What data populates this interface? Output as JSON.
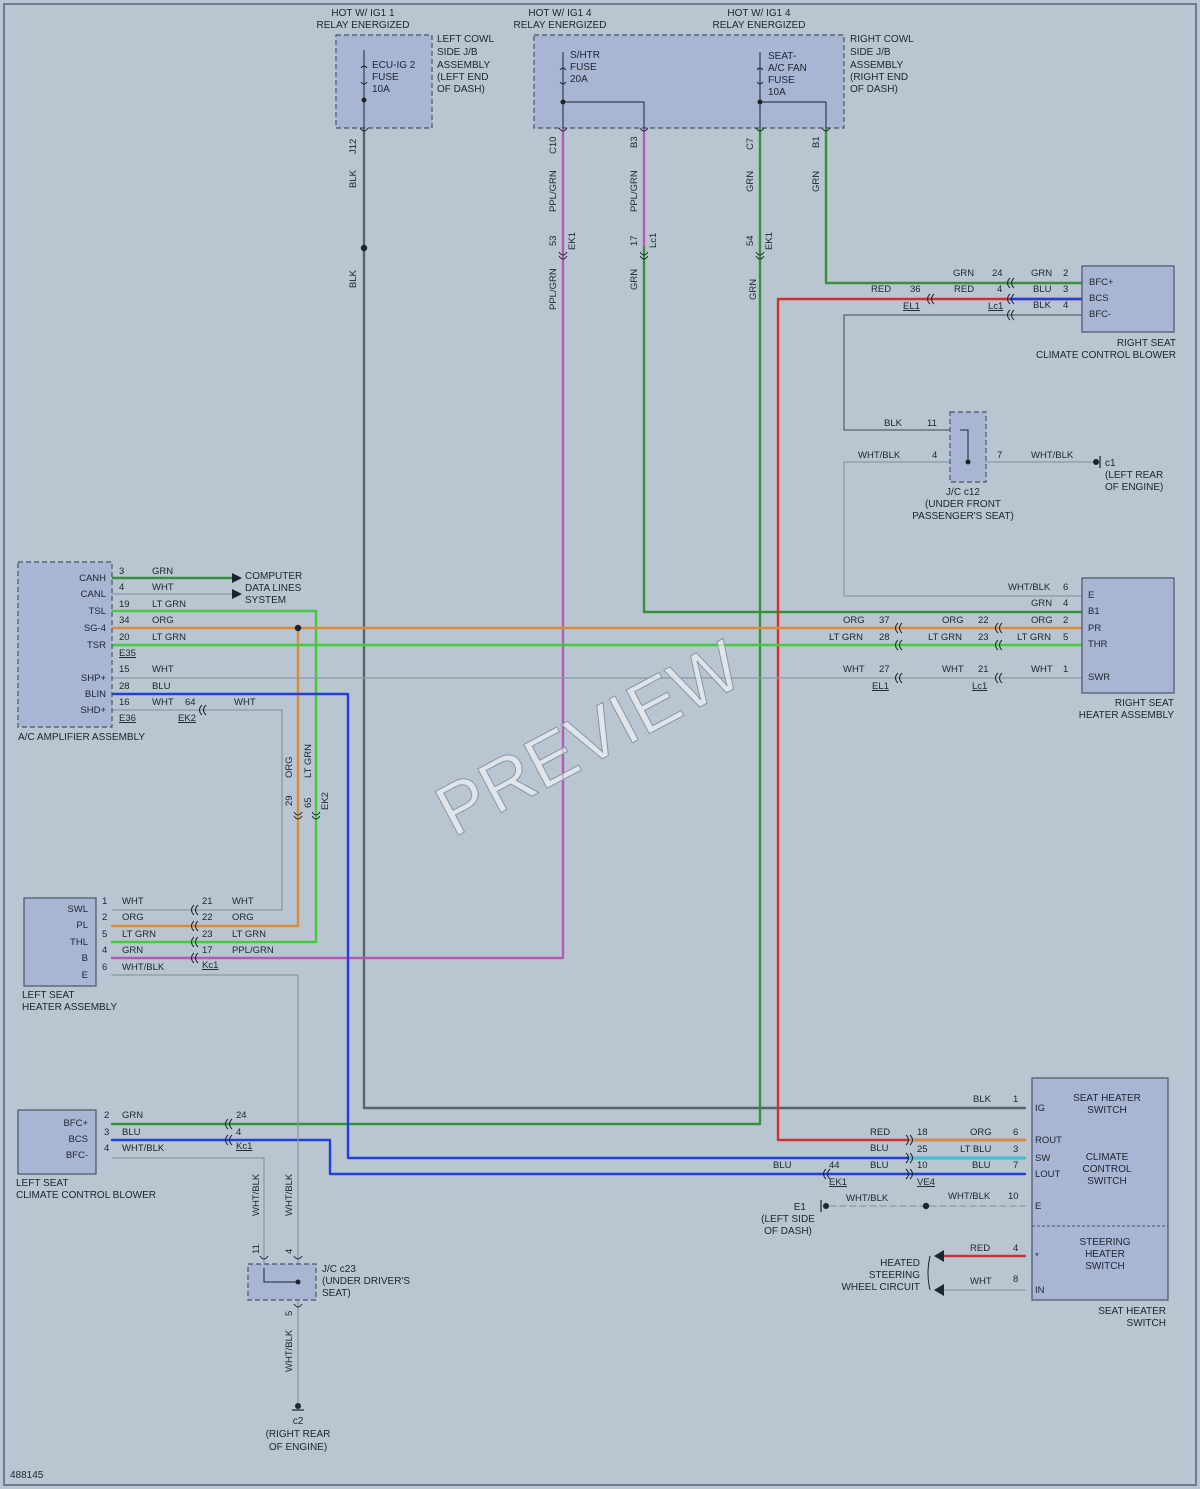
{
  "diagram_id": "488145",
  "watermark": "PREVIEW",
  "colors": {
    "background": "#b9c6d2",
    "component_fill": "#a9b6d3",
    "GRN": "#3a8f3a",
    "LT_GRN": "#46c83f",
    "PPL_GRN": "#b659b6",
    "RED": "#d0312f",
    "BLU": "#2240d6",
    "ORG": "#de8a3c",
    "WHT": "#8c98a6",
    "BLK": "#58626e",
    "LT_BLU": "#38c6d6",
    "WHT_BLK": "#8c98a6"
  },
  "texts": {
    "hot_ig1_1": "HOT W/ IG1 1",
    "relay_energized": "RELAY ENERGIZED",
    "hot_ig1_4": "HOT W/ IG1 4",
    "ecu_ig2_fuse": [
      "ECU-IG 2",
      "FUSE",
      "10A"
    ],
    "left_cowl_jb": [
      "LEFT COWL",
      "SIDE J/B",
      "ASSEMBLY",
      "(LEFT END",
      "OF DASH)"
    ],
    "shtr_fuse": [
      "S/HTR",
      "FUSE",
      "20A"
    ],
    "seat_ac_fan_fuse": [
      "SEAT-",
      "A/C FAN",
      "FUSE",
      "10A"
    ],
    "right_cowl_jb": [
      "RIGHT COWL",
      "SIDE J/B",
      "ASSEMBLY",
      "(RIGHT END",
      "OF DASH)"
    ],
    "right_seat_blower": [
      "RIGHT SEAT",
      "CLIMATE CONTROL BLOWER"
    ],
    "jc_c12": [
      "J/C c12",
      "(UNDER FRONT",
      "PASSENGER'S SEAT)"
    ],
    "ground_c1": [
      "c1",
      "(LEFT REAR",
      "OF ENGINE)"
    ],
    "computer_data_lines": [
      "COMPUTER",
      "DATA LINES",
      "SYSTEM"
    ],
    "ac_amplifier": "A/C AMPLIFIER ASSEMBLY",
    "right_seat_heater": [
      "RIGHT SEAT",
      "HEATER ASSEMBLY"
    ],
    "left_seat_heater": [
      "LEFT SEAT",
      "HEATER ASSEMBLY"
    ],
    "left_seat_blower": [
      "LEFT SEAT",
      "CLIMATE CONTROL BLOWER"
    ],
    "jc_c23": [
      "J/C c23",
      "(UNDER DRIVER'S",
      "SEAT)"
    ],
    "ground_c2": [
      "c2",
      "(RIGHT REAR",
      "OF ENGINE)"
    ],
    "ground_e1": [
      "E1",
      "(LEFT SIDE",
      "OF DASH)"
    ],
    "seat_heater_switch_sub": [
      "SEAT HEATER",
      "SWITCH"
    ],
    "climate_control_switch": [
      "CLIMATE",
      "CONTROL",
      "SWITCH"
    ],
    "steering_heater_switch": [
      "STEERING",
      "HEATER",
      "SWITCH"
    ],
    "heated_steering": [
      "HEATED",
      "STEERING",
      "WHEEL CIRCUIT"
    ],
    "seat_heater_switch": [
      "SEAT HEATER",
      "SWITCH"
    ]
  },
  "terminals": {
    "rs_blower": [
      "BFC+",
      "BCS",
      "BFC-"
    ],
    "ac_amp": [
      "CANH",
      "CANL",
      "TSL",
      "SG-4",
      "TSR",
      "SHP+",
      "BLIN",
      "SHD+"
    ],
    "rs_heater": [
      "E",
      "B1",
      "PR",
      "THR",
      "SWR"
    ],
    "ls_heater": [
      "SWL",
      "PL",
      "THL",
      "B",
      "E"
    ],
    "ls_blower": [
      "BFC+",
      "BCS",
      "BFC-"
    ],
    "sh_switch": [
      "IG",
      "ROUT",
      "SW",
      "LOUT",
      "E",
      "*",
      "IN"
    ]
  },
  "labels": [
    {
      "id": "t-j12",
      "t": "J12"
    },
    {
      "id": "t-blk-a",
      "t": "BLK"
    },
    {
      "id": "t-blk-b",
      "t": "BLK"
    },
    {
      "id": "t-c10",
      "t": "C10"
    },
    {
      "id": "t-ppl-a",
      "t": "PPL/GRN"
    },
    {
      "id": "t-53",
      "t": "53"
    },
    {
      "id": "t-ek1a",
      "t": "EK1"
    },
    {
      "id": "t-ppl-b",
      "t": "PPL/GRN"
    },
    {
      "id": "t-b3",
      "t": "B3"
    },
    {
      "id": "t-ppl-c",
      "t": "PPL/GRN"
    },
    {
      "id": "t-17v",
      "t": "17"
    },
    {
      "id": "t-lc1v",
      "t": "Lc1"
    },
    {
      "id": "t-grn-v1",
      "t": "GRN"
    },
    {
      "id": "t-c7",
      "t": "C7"
    },
    {
      "id": "t-grn-v2",
      "t": "GRN"
    },
    {
      "id": "t-54",
      "t": "54"
    },
    {
      "id": "t-ek1b",
      "t": "EK1"
    },
    {
      "id": "t-grn-v3",
      "t": "GRN"
    },
    {
      "id": "t-b1",
      "t": "B1"
    },
    {
      "id": "t-grn-v4",
      "t": "GRN"
    },
    {
      "id": "t-grn1",
      "t": "GRN"
    },
    {
      "id": "t-24r",
      "t": "24"
    },
    {
      "id": "t-grn2",
      "t": "GRN"
    },
    {
      "id": "t-2r",
      "t": "2"
    },
    {
      "id": "t-red1",
      "t": "RED"
    },
    {
      "id": "t-36",
      "t": "36"
    },
    {
      "id": "t-red2",
      "t": "RED"
    },
    {
      "id": "t-4r",
      "t": "4"
    },
    {
      "id": "t-blu1",
      "t": "BLU"
    },
    {
      "id": "t-3r",
      "t": "3"
    },
    {
      "id": "t-el1a",
      "t": "EL1"
    },
    {
      "id": "t-lc1a",
      "t": "Lc1"
    },
    {
      "id": "t-blk1",
      "t": "BLK"
    },
    {
      "id": "t-4rb",
      "t": "4"
    },
    {
      "id": "t-blk2",
      "t": "BLK"
    },
    {
      "id": "t-11j",
      "t": "11"
    },
    {
      "id": "t-whtblk1",
      "t": "WHT/BLK"
    },
    {
      "id": "t-4j",
      "t": "4"
    },
    {
      "id": "t-7j",
      "t": "7"
    },
    {
      "id": "t-whtblk2",
      "t": "WHT/BLK"
    },
    {
      "id": "t-3a",
      "t": "3"
    },
    {
      "id": "t-grn-a",
      "t": "GRN"
    },
    {
      "id": "t-4a",
      "t": "4"
    },
    {
      "id": "t-wht-a",
      "t": "WHT"
    },
    {
      "id": "t-19",
      "t": "19"
    },
    {
      "id": "t-ltgrn-a",
      "t": "LT GRN"
    },
    {
      "id": "t-34",
      "t": "34"
    },
    {
      "id": "t-org-a",
      "t": "ORG"
    },
    {
      "id": "t-20",
      "t": "20"
    },
    {
      "id": "t-ltgrn-b",
      "t": "LT GRN"
    },
    {
      "id": "t-e35",
      "t": "E35"
    },
    {
      "id": "t-15",
      "t": "15"
    },
    {
      "id": "t-wht-b",
      "t": "WHT"
    },
    {
      "id": "t-28a",
      "t": "28"
    },
    {
      "id": "t-blu-a",
      "t": "BLU"
    },
    {
      "id": "t-16",
      "t": "16"
    },
    {
      "id": "t-wht-c",
      "t": "WHT"
    },
    {
      "id": "t-64",
      "t": "64"
    },
    {
      "id": "t-wht-d",
      "t": "WHT"
    },
    {
      "id": "t-e36",
      "t": "E36"
    },
    {
      "id": "t-ek2a",
      "t": "EK2"
    },
    {
      "id": "t-whtblk3",
      "t": "WHT/BLK"
    },
    {
      "id": "t-6rh",
      "t": "6"
    },
    {
      "id": "t-grn-rh",
      "t": "GRN"
    },
    {
      "id": "t-4rh",
      "t": "4"
    },
    {
      "id": "t-org1",
      "t": "ORG"
    },
    {
      "id": "t-37",
      "t": "37"
    },
    {
      "id": "t-org2",
      "t": "ORG"
    },
    {
      "id": "t-22r",
      "t": "22"
    },
    {
      "id": "t-org3",
      "t": "ORG"
    },
    {
      "id": "t-2rh",
      "t": "2"
    },
    {
      "id": "t-ltg1",
      "t": "LT GRN"
    },
    {
      "id": "t-28r",
      "t": "28"
    },
    {
      "id": "t-ltg2",
      "t": "LT GRN"
    },
    {
      "id": "t-23r",
      "t": "23"
    },
    {
      "id": "t-ltg3",
      "t": "LT GRN"
    },
    {
      "id": "t-5rh",
      "t": "5"
    },
    {
      "id": "t-wht1",
      "t": "WHT"
    },
    {
      "id": "t-27",
      "t": "27"
    },
    {
      "id": "t-wht2",
      "t": "WHT"
    },
    {
      "id": "t-21r",
      "t": "21"
    },
    {
      "id": "t-wht3",
      "t": "WHT"
    },
    {
      "id": "t-1rh",
      "t": "1"
    },
    {
      "id": "t-el1b",
      "t": "EL1"
    },
    {
      "id": "t-lc1b",
      "t": "Lc1"
    },
    {
      "id": "t-org-v",
      "t": "ORG"
    },
    {
      "id": "t-ltgrn-v",
      "t": "LT GRN"
    },
    {
      "id": "t-29",
      "t": "29"
    },
    {
      "id": "t-65",
      "t": "65"
    },
    {
      "id": "t-ek2b",
      "t": "EK2"
    },
    {
      "id": "t-1l",
      "t": "1"
    },
    {
      "id": "t-wht-l1",
      "t": "WHT"
    },
    {
      "id": "t-21l",
      "t": "21"
    },
    {
      "id": "t-wht-l2",
      "t": "WHT"
    },
    {
      "id": "t-2l",
      "t": "2"
    },
    {
      "id": "t-org-l1",
      "t": "ORG"
    },
    {
      "id": "t-22l",
      "t": "22"
    },
    {
      "id": "t-org-l2",
      "t": "ORG"
    },
    {
      "id": "t-5l",
      "t": "5"
    },
    {
      "id": "t-ltg-l1",
      "t": "LT GRN"
    },
    {
      "id": "t-23l",
      "t": "23"
    },
    {
      "id": "t-ltg-l2",
      "t": "LT GRN"
    },
    {
      "id": "t-4l",
      "t": "4"
    },
    {
      "id": "t-grn-l1",
      "t": "GRN"
    },
    {
      "id": "t-17l",
      "t": "17"
    },
    {
      "id": "t-ppl-l",
      "t": "PPL/GRN"
    },
    {
      "id": "t-6l",
      "t": "6"
    },
    {
      "id": "t-whtblk-l",
      "t": "WHT/BLK"
    },
    {
      "id": "t-kc1a",
      "t": "Kc1"
    },
    {
      "id": "t-2b",
      "t": "2"
    },
    {
      "id": "t-grn-b",
      "t": "GRN"
    },
    {
      "id": "t-24b",
      "t": "24"
    },
    {
      "id": "t-3b",
      "t": "3"
    },
    {
      "id": "t-blu-b",
      "t": "BLU"
    },
    {
      "id": "t-4bb",
      "t": "4"
    },
    {
      "id": "t-4b",
      "t": "4"
    },
    {
      "id": "t-whtblk-b",
      "t": "WHT/BLK"
    },
    {
      "id": "t-kc1b",
      "t": "Kc1"
    },
    {
      "id": "t-whtblk-v1",
      "t": "WHT/BLK"
    },
    {
      "id": "t-whtblk-v2",
      "t": "WHT/BLK"
    },
    {
      "id": "t-11c",
      "t": "11"
    },
    {
      "id": "t-4c",
      "t": "4"
    },
    {
      "id": "t-5c",
      "t": "5"
    },
    {
      "id": "t-whtblk-v3",
      "t": "WHT/BLK"
    },
    {
      "id": "t-blk-s",
      "t": "BLK"
    },
    {
      "id": "t-1s",
      "t": "1"
    },
    {
      "id": "t-red-s",
      "t": "RED"
    },
    {
      "id": "t-18",
      "t": "18"
    },
    {
      "id": "t-org-s",
      "t": "ORG"
    },
    {
      "id": "t-6s",
      "t": "6"
    },
    {
      "id": "t-blu-s1",
      "t": "BLU"
    },
    {
      "id": "t-25",
      "t": "25"
    },
    {
      "id": "t-ltblu",
      "t": "LT BLU"
    },
    {
      "id": "t-3s",
      "t": "3"
    },
    {
      "id": "t-blu-s2",
      "t": "BLU"
    },
    {
      "id": "t-44",
      "t": "44"
    },
    {
      "id": "t-blu-s3",
      "t": "BLU"
    },
    {
      "id": "t-10s",
      "t": "10"
    },
    {
      "id": "t-blu-s4",
      "t": "BLU"
    },
    {
      "id": "t-7s",
      "t": "7"
    },
    {
      "id": "t-ek1c",
      "t": "EK1"
    },
    {
      "id": "t-ve4",
      "t": "VE4"
    },
    {
      "id": "t-whtblk-s1",
      "t": "WHT/BLK"
    },
    {
      "id": "t-whtblk-s2",
      "t": "WHT/BLK"
    },
    {
      "id": "t-10e",
      "t": "10"
    },
    {
      "id": "t-red-h",
      "t": "RED"
    },
    {
      "id": "t-4h",
      "t": "4"
    },
    {
      "id": "t-wht-h",
      "t": "WHT"
    },
    {
      "id": "t-8h",
      "t": "8"
    }
  ]
}
